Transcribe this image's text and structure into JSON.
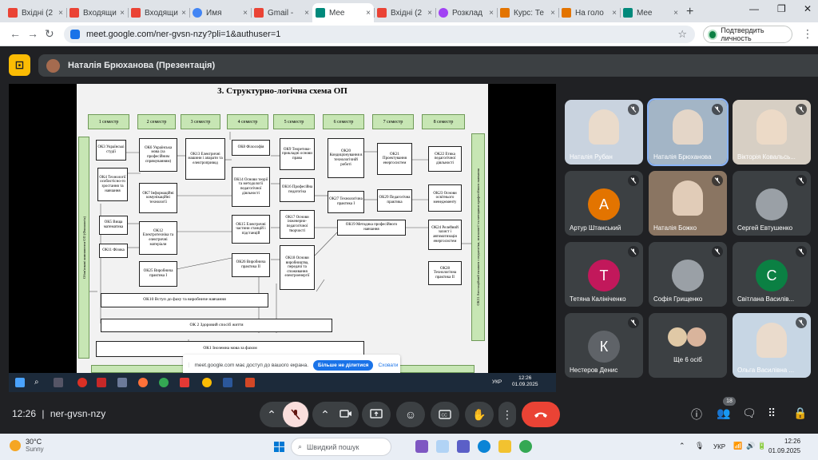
{
  "browser": {
    "tabs": [
      {
        "icon": "gmail",
        "title": "Вхідні (2"
      },
      {
        "icon": "gmail",
        "title": "Входящи"
      },
      {
        "icon": "gmail",
        "title": "Входящи"
      },
      {
        "icon": "google",
        "title": "Имя"
      },
      {
        "icon": "gmail",
        "title": "Gmail - "
      },
      {
        "icon": "meet",
        "title": "Mee",
        "active": true
      },
      {
        "icon": "gmail",
        "title": "Вхідні (2"
      },
      {
        "icon": "cal",
        "title": "Розклад"
      },
      {
        "icon": "course",
        "title": "Курс: Те"
      },
      {
        "icon": "course",
        "title": "На голо"
      },
      {
        "icon": "meet",
        "title": "Mee"
      }
    ],
    "url": "meet.google.com/ner-gvsn-nzy?pli=1&authuser=1",
    "verify_label": "Подтвердить личность"
  },
  "meet": {
    "presenter_label": "Наталія Брюханова (Презентація)",
    "time": "12:26",
    "meeting_code": "ner-gvsn-nzy",
    "participant_count": "18",
    "participants": [
      {
        "name": "Наталія Рубан",
        "type": "video"
      },
      {
        "name": "Наталія Брюханова",
        "type": "video",
        "speaking": true
      },
      {
        "name": "Вікторія Ковальсь...",
        "type": "video"
      },
      {
        "name": "Артур Штанський",
        "type": "avatar",
        "initial": "А",
        "color": "#e37400"
      },
      {
        "name": "Наталія Божко",
        "type": "video"
      },
      {
        "name": "Сергей Евтушенко",
        "type": "photo"
      },
      {
        "name": "Тетяна Калініченко",
        "type": "avatar",
        "initial": "Т",
        "color": "#c2185b"
      },
      {
        "name": "Софія Грищенко",
        "type": "photo"
      },
      {
        "name": "Світлана Василів...",
        "type": "avatar",
        "initial": "С",
        "color": "#0b8043"
      },
      {
        "name": "Нестеров Денис",
        "type": "avatar",
        "initial": "К",
        "color": "#5f6368"
      },
      {
        "name": "Ще 6 осіб",
        "type": "group"
      },
      {
        "name": "Ольга Василівна ...",
        "type": "video"
      }
    ]
  },
  "slide": {
    "title": "3. Структурно-логічна схема ОП",
    "semesters": [
      "1 семестр",
      "2 семестр",
      "3 семестр",
      "4 семестр",
      "5 семестр",
      "6 семестр",
      "7 семестр",
      "8 семестр"
    ],
    "left_bar": "Обов'язкові компоненти ОП (Фонологія)",
    "right_bar": "ОК31 Атестаційний екзамен з педагогіки, психології та методики професійного навчання",
    "boxes": {
      "ok3": "ОК3 Українські студії",
      "ok4": "ОК4 Технології особистісно-го зростання та навчання",
      "ok5": "ОК5 Вища математика",
      "ok11": "ОК11 Фізика",
      "ok6": "ОК6 Українська мова (за професійним спрямуванням)",
      "ok7": "ОК7 Інформаційні комунікаційні технології",
      "ok12": "ОК12 Електротехніка та електричні матеріали",
      "ok25": "ОК25 Виробнича практика І",
      "ok13": "ОК13 Електричні машини і апарати та електропривод",
      "ok8": "ОК8 Філософія",
      "ok14": "ОК14 Основи теорії та методології педагогічної діяльності",
      "ok15": "ОК15 Електричні частини станцій і підстанцій",
      "ok26": "ОК26 Виробнича практика ІІ",
      "ok9": "ОК9 Теоретико-прикладні основи права",
      "ok16": "ОК16 Професійна педагогіка",
      "ok17": "ОК17 Основи інженерно-педагогічної творчості",
      "ok18": "ОК18 Основи виробництва, передачі та споживання електроенергії",
      "ok20": "ОК20 Кондиціонування в технологічній роботі",
      "ok27": "ОК27 Технологічна практика І",
      "ok19": "ОК19 Методика професійного навчання",
      "ok21": "ОК21 Проектування енергосистем",
      "ok29": "ОК29 Педагогічна практика",
      "ok22": "ОК22 Етика педагогічної діяльності",
      "ok23": "ОК23 Основи освітнього менеджменту",
      "ok24": "ОК24 Релейний захист і автоматизація енергосистем",
      "ok28": "ОК28 Технологічна практика ІІ",
      "ok10": "ОК10 Вступ до фаху та виробниче навчання",
      "ok2": "ОК 2 Здоровий спосіб життя",
      "ok1": "ОК1 Іноземна мова за фахом"
    }
  },
  "share_notice": {
    "text": "meet.google.com має доступ до вашого екрана.",
    "stop_label": "Більше не ділитися",
    "hide_label": "Сховати"
  },
  "inner_taskbar": {
    "lang": "УКР",
    "time": "12:26",
    "date": "01.09.2025"
  },
  "taskbar": {
    "weather_temp": "30°C",
    "weather_desc": "Sunny",
    "search_placeholder": "Швидкий пошук",
    "lang": "УКР",
    "time": "12:26",
    "date": "01.09.2025"
  },
  "colors": {
    "accent": "#1a73e8",
    "end_call": "#ea4335",
    "slide_green": "#c7e6b4"
  }
}
